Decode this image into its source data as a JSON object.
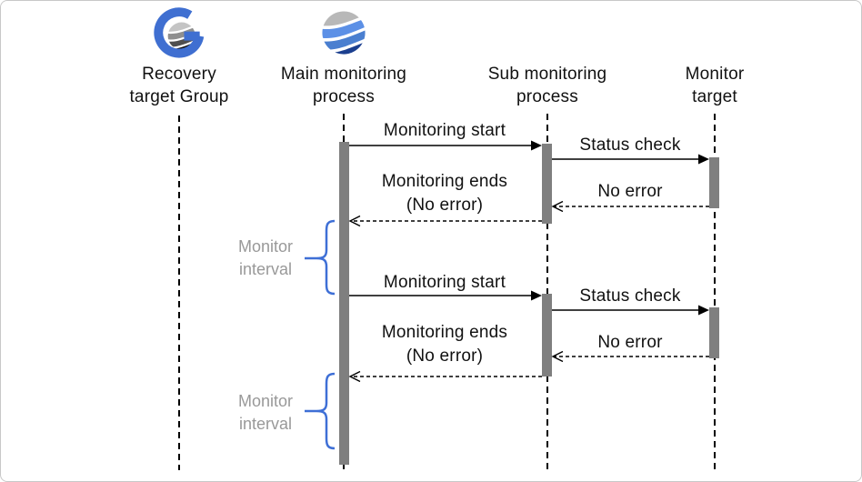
{
  "diagram_type": "sequence-diagram",
  "actors": [
    {
      "label": "Recovery\ntarget Group",
      "icon": "globe-g-icon"
    },
    {
      "label": "Main monitoring\nprocess",
      "icon": "wave-sphere-icon"
    },
    {
      "label": "Sub monitoring\nprocess",
      "icon": null
    },
    {
      "label": "Monitor\ntarget",
      "icon": null
    }
  ],
  "messages": [
    {
      "label": "Monitoring start",
      "from": "Main monitoring process",
      "to": "Sub monitoring process",
      "style": "solid"
    },
    {
      "label": "Status check",
      "from": "Sub monitoring process",
      "to": "Monitor target",
      "style": "solid"
    },
    {
      "label": "No error",
      "from": "Monitor target",
      "to": "Sub monitoring process",
      "style": "dashed-return"
    },
    {
      "label": "Monitoring ends\n(No error)",
      "from": "Sub monitoring process",
      "to": "Main monitoring process",
      "style": "dashed-return"
    },
    {
      "label": "Monitoring start",
      "from": "Main monitoring process",
      "to": "Sub monitoring process",
      "style": "solid"
    },
    {
      "label": "Status check",
      "from": "Sub monitoring process",
      "to": "Monitor target",
      "style": "solid"
    },
    {
      "label": "No error",
      "from": "Monitor target",
      "to": "Sub monitoring process",
      "style": "dashed-return"
    },
    {
      "label": "Monitoring ends\n(No error)",
      "from": "Sub monitoring process",
      "to": "Main monitoring process",
      "style": "dashed-return"
    }
  ],
  "annotations": [
    {
      "label": "Monitor\ninterval"
    },
    {
      "label": "Monitor\ninterval"
    }
  ],
  "colors": {
    "activation_bar": "#7f7f7f",
    "lifeline": "#000000",
    "arrow": "#000000",
    "brace_blue": "#3e6fd6",
    "annotation_text": "#999999",
    "icon_ring_blue": "#3f6fd1",
    "icon_gray_waves": [
      "#c4c4c4",
      "#8f8f8f",
      "#4f4f4f",
      "#141414"
    ],
    "icon_blue_waves": [
      "#b8b8b8",
      "#5c90e6",
      "#4a7fd0",
      "#1b3f8f"
    ]
  }
}
